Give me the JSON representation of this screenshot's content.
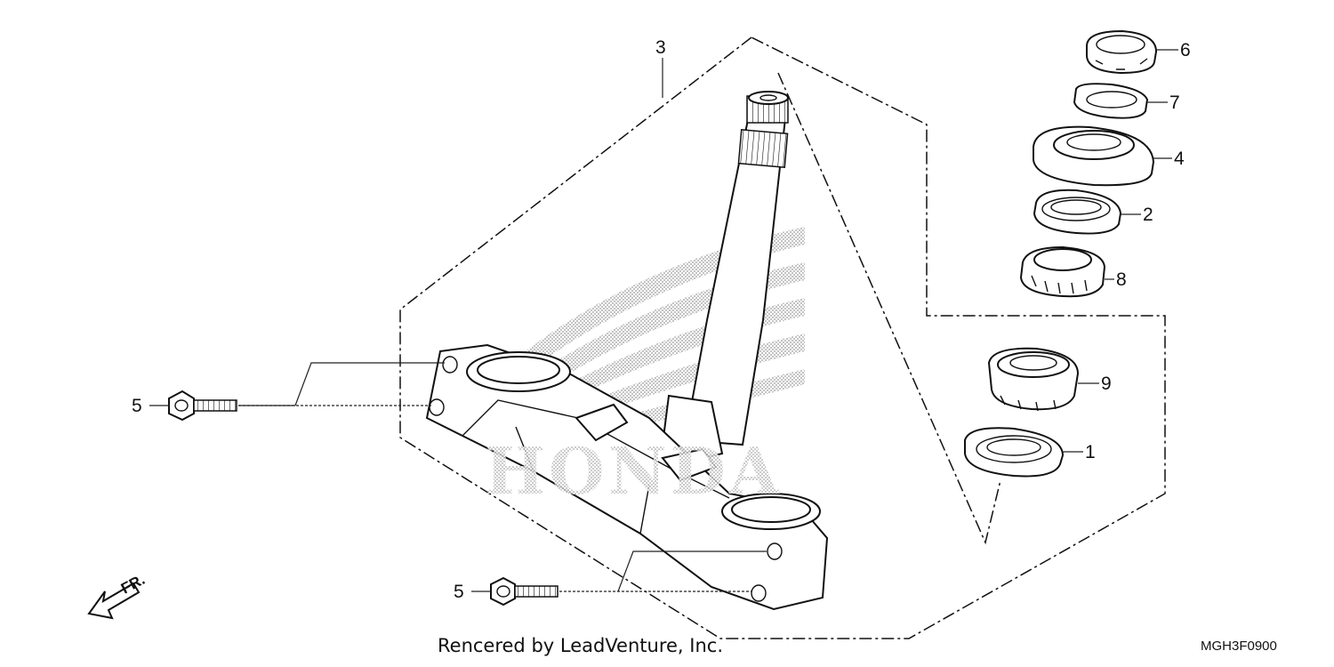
{
  "callouts": [
    {
      "id": "1",
      "label": "1"
    },
    {
      "id": "2",
      "label": "2"
    },
    {
      "id": "3",
      "label": "3"
    },
    {
      "id": "4",
      "label": "4"
    },
    {
      "id": "5a",
      "label": "5"
    },
    {
      "id": "5b",
      "label": "5"
    },
    {
      "id": "6",
      "label": "6"
    },
    {
      "id": "7",
      "label": "7"
    },
    {
      "id": "8",
      "label": "8"
    },
    {
      "id": "9",
      "label": "9"
    }
  ],
  "front_indicator": "FR.",
  "credit": "Rencered by LeadVenture, Inc.",
  "diagram_code": "MGH3F0900",
  "watermark": "HONDA",
  "colors": {
    "line": "#111111",
    "background": "#ffffff",
    "watermark": "#9a9a9a"
  }
}
